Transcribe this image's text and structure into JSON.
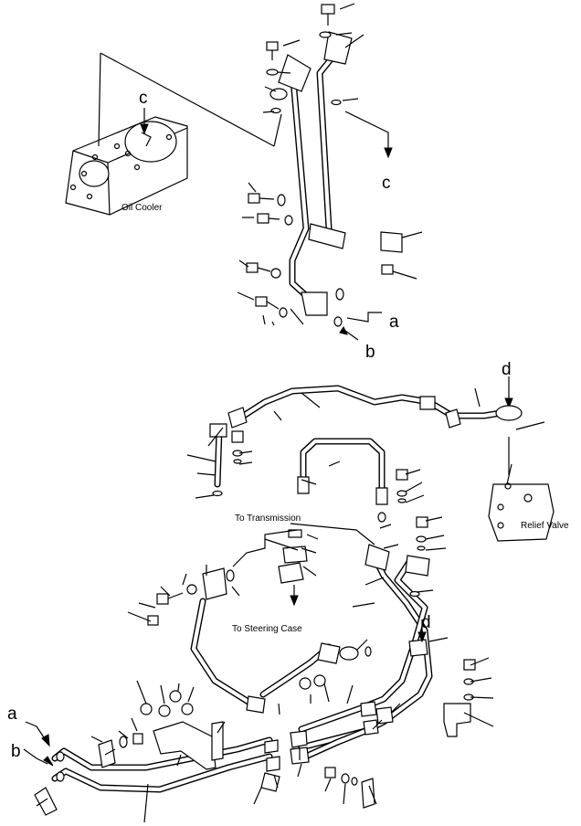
{
  "labels": {
    "c_top": "c",
    "c_right": "c",
    "oil_cooler": "Oil Cooler",
    "a_mid": "a",
    "b_mid": "b",
    "d_top": "d",
    "relief_valve": "Relief Valve",
    "to_transmission": "To Transmission",
    "to_steering_case": "To Steering Case",
    "d_mid": "d",
    "a_left": "a",
    "b_left": "b"
  },
  "colors": {
    "line": "#000000",
    "paper": "#ffffff"
  }
}
